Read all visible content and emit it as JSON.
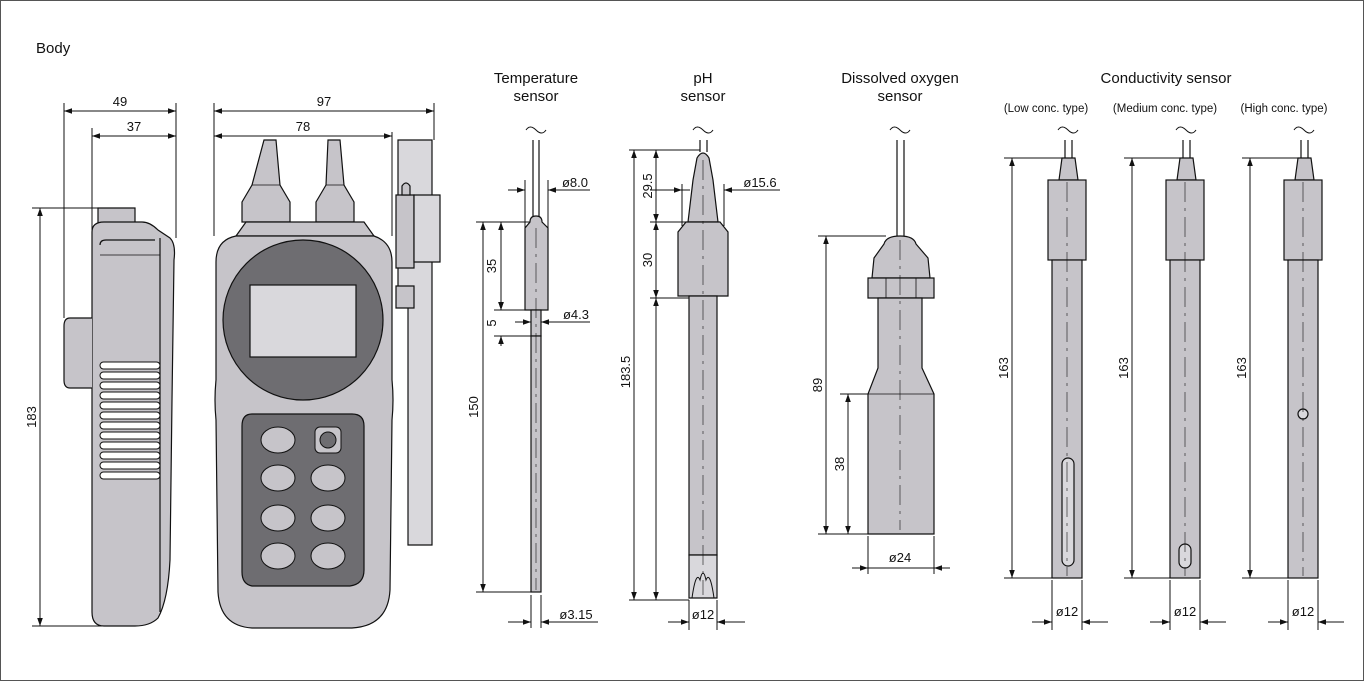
{
  "heading": "Body",
  "body_dims": {
    "width_outer": "49",
    "width_inner": "37",
    "height": "183",
    "front_width_total": "97",
    "front_width_body": "78"
  },
  "temperature": {
    "title_line1": "Temperature",
    "title_line2": "sensor",
    "d_top": "ø8.0",
    "d_mid": "ø4.3",
    "d_tip": "ø3.15",
    "len_35": "35",
    "len_5": "5",
    "len_150": "150"
  },
  "ph": {
    "title_line1": "pH",
    "title_line2": "sensor",
    "d_top": "ø15.6",
    "d_bottom": "ø12",
    "len_29_5": "29.5",
    "len_30": "30",
    "len_183_5": "183.5"
  },
  "dissolved_oxygen": {
    "title_line1": "Dissolved oxygen",
    "title_line2": "sensor",
    "d_bottom": "ø24",
    "len_89": "89",
    "len_38": "38"
  },
  "conductivity": {
    "title": "Conductivity sensor",
    "types": [
      {
        "label": "(Low conc. type)",
        "length": "163",
        "diameter": "ø12"
      },
      {
        "label": "(Medium conc. type)",
        "length": "163",
        "diameter": "ø12"
      },
      {
        "label": "(High conc. type)",
        "length": "163",
        "diameter": "ø12"
      }
    ]
  },
  "colors": {
    "body_fill": "#c6c4c9",
    "dark_fill": "#6e6d71",
    "screen_fill": "#d9d8dc",
    "line": "#111111",
    "border": "#555555"
  }
}
